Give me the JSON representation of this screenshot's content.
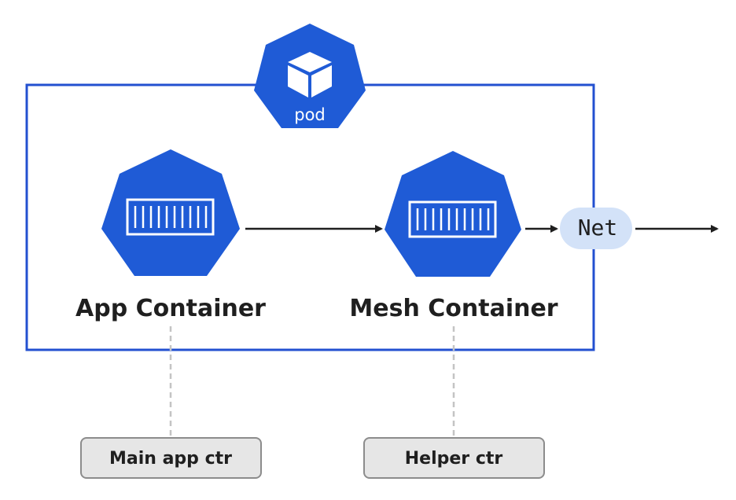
{
  "pod": {
    "label": "pod"
  },
  "containers": [
    {
      "label": "App Container"
    },
    {
      "label": "Mesh Container"
    }
  ],
  "net": {
    "label": "Net"
  },
  "annotations": [
    {
      "label": "Main app ctr"
    },
    {
      "label": "Helper ctr"
    }
  ],
  "colors": {
    "brand_blue": "#1f5bd6",
    "pod_border": "#2350d0",
    "net_bubble": "#d3e2f8",
    "annotation_fill": "#e6e6e6",
    "annotation_border": "#8c8c8c",
    "connector_dashed": "#c4c4c4",
    "arrow": "#1f1f1f"
  }
}
